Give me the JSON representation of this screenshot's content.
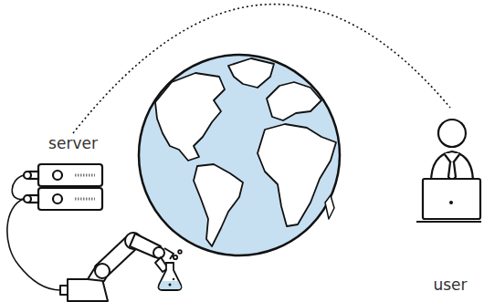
{
  "diagram": {
    "nodes": [
      {
        "text": [
          "server"
        ]
      },
      {
        "text": [
          "user"
        ]
      }
    ],
    "edges": [
      {
        "from": 0,
        "to": 1,
        "arrow": "none"
      }
    ]
  }
}
